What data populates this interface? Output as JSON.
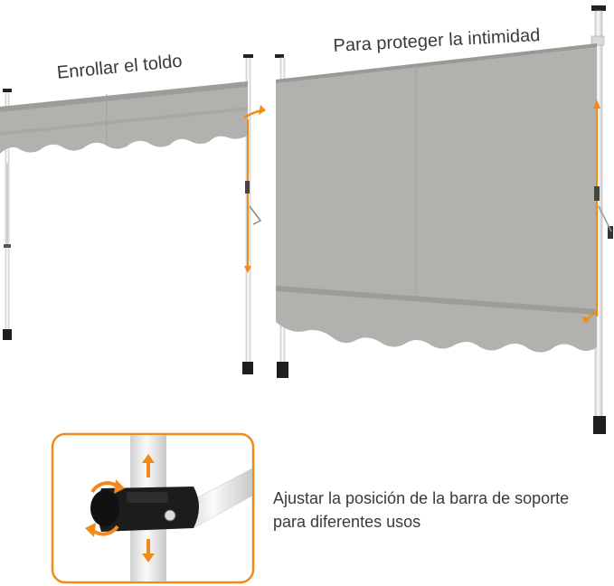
{
  "captions": {
    "left_scene": "Enrollar el toldo",
    "right_scene": "Para proteger la intimidad",
    "detail_line1": "Ajustar la posición de la barra de soporte",
    "detail_line2": "para diferentes usos"
  },
  "colors": {
    "fabric": "#b3b1ae",
    "fabric_dark": "#a5a3a0",
    "pole": "#f2f2f2",
    "accent": "#f08a1c",
    "clamp": "#1c1c1c",
    "text": "#3a3a3a"
  },
  "icons": [
    "rotate-arrows-icon",
    "up-arrow-icon",
    "down-arrow-icon"
  ]
}
